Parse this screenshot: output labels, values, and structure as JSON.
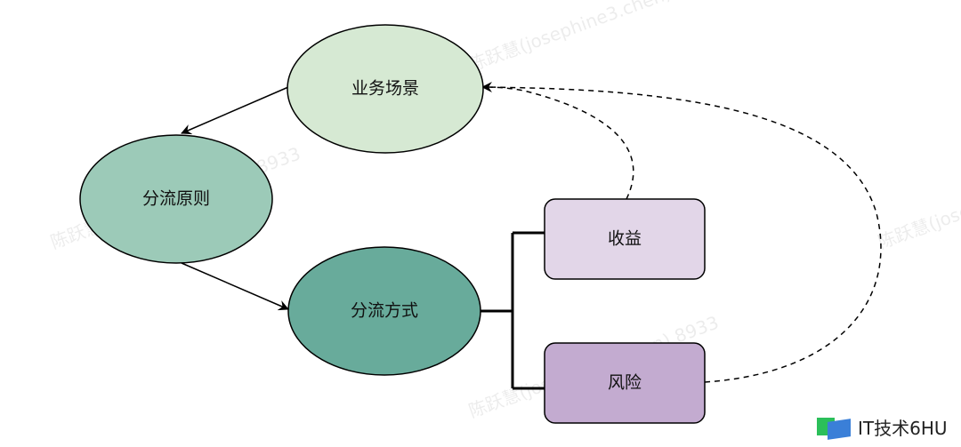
{
  "nodes": {
    "scenario": {
      "label": "业务场景",
      "color": "#d6e9d3"
    },
    "principle": {
      "label": "分流原则",
      "color": "#9ccab8"
    },
    "method": {
      "label": "分流方式",
      "color": "#68ab9b"
    },
    "benefit": {
      "label": "收益",
      "color": "#e2d6e8"
    },
    "risk": {
      "label": "风险",
      "color": "#c3abd0"
    }
  },
  "watermark": "陈跃慧(josephine3.chen) 8933",
  "brand": "IT技术6HU"
}
